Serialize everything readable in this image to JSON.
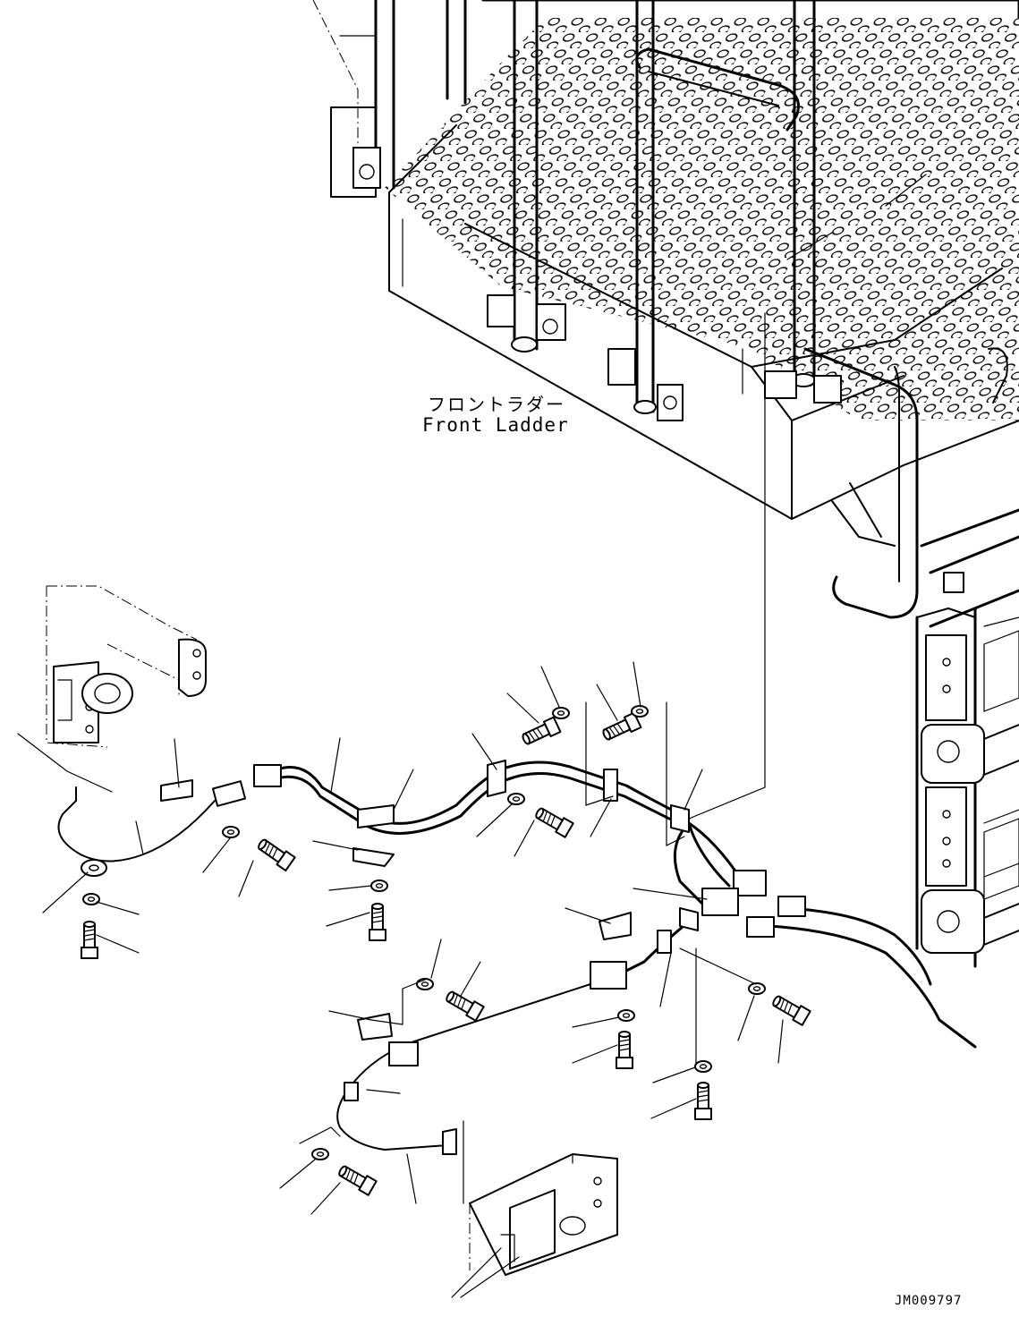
{
  "labels": {
    "assembly_jp": "フロントラダー",
    "assembly_en": "Front Ladder",
    "drawing_code": "JM009797"
  }
}
